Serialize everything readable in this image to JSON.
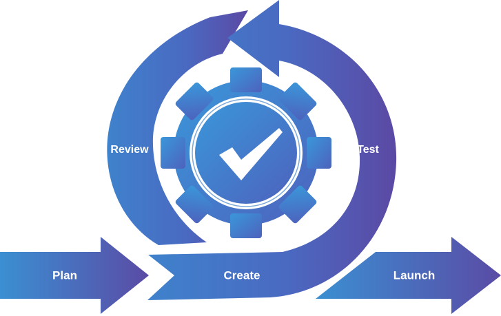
{
  "stages": {
    "plan": "Plan",
    "create": "Create",
    "launch": "Launch",
    "review": "Review",
    "test": "Test"
  },
  "colors": {
    "gradient_light": "#3591d4",
    "gradient_mid": "#4a6cc4",
    "gradient_dark": "#5b4aa4",
    "background": "#ffffff",
    "check": "#3f7ec8"
  },
  "icons": {
    "center": "gear-checkmark-icon"
  }
}
